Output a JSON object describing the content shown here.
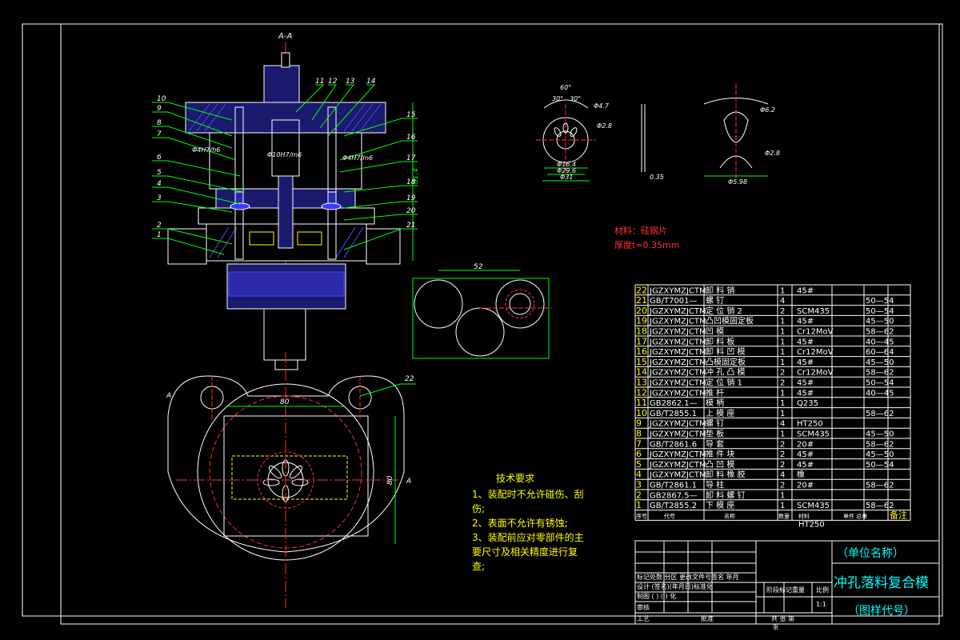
{
  "section_label": "A-A",
  "part_numbers_left": [
    "10",
    "9",
    "8",
    "7",
    "6",
    "5",
    "4",
    "3",
    "2",
    "1"
  ],
  "part_numbers_right": [
    "15",
    "16",
    "17",
    "18",
    "19",
    "20",
    "21"
  ],
  "part_numbers_top": [
    "11",
    "12",
    "13",
    "14"
  ],
  "fit_labels": [
    "Φ4H7/h6",
    "Φ10H7/m6",
    "Φ4H7/m6"
  ],
  "height_dim": "81.4",
  "blank_dims": {
    "angle_60": "60°",
    "angle_30a": "30°",
    "angle_30b": "30°",
    "d47": "Φ4.7",
    "d28": "Φ2.8",
    "d164": "Φ16.4",
    "d296": "Φ29.6",
    "d31": "Φ31",
    "thk": "0.35",
    "r62": "Φ6.2",
    "d28b": "Φ2.8",
    "w598": "Φ5.98"
  },
  "material": {
    "line1": "材料：硅钢片",
    "line2": "厚度t=0.35mm"
  },
  "layout_dim": "52",
  "plan_dims": {
    "d80": "80",
    "d22": "22",
    "d_side": "80",
    "A_left": "A",
    "A_right": "A"
  },
  "tech_requirements": {
    "title": "技术要求",
    "items": [
      "1、装配时不允许碰伤、刮",
      "伤;",
      "2、表面不允许有锈蚀;",
      "3、装配前应对零部件的主",
      "要尺寸及相关精度进行复",
      "查;"
    ]
  },
  "bom": {
    "rows": [
      {
        "no": "22",
        "code": "JGZXYMZJCTM",
        "name": "卸 料 销",
        "qty": "1",
        "material": "45#",
        "note": ""
      },
      {
        "no": "21",
        "code": "GB/T7001—",
        "name": "螺 钉",
        "qty": "4",
        "material": "",
        "note": "50—54"
      },
      {
        "no": "20",
        "code": "JGZXYMZJCTM",
        "name": "定 位 销 2",
        "qty": "2",
        "material": "SCM435",
        "note": "50—54"
      },
      {
        "no": "19",
        "code": "JGZXYMZJCTM",
        "name": "凸凹模固定板",
        "qty": "1",
        "material": "45#",
        "note": "45—50"
      },
      {
        "no": "18",
        "code": "JGZXYMZJCTM",
        "name": "凹 模",
        "qty": "1",
        "material": "Cr12MoV",
        "note": "58—62"
      },
      {
        "no": "17",
        "code": "JGZXYMZJCTM",
        "name": "卸 料 板",
        "qty": "1",
        "material": "45#",
        "note": "40—45"
      },
      {
        "no": "16",
        "code": "JGZXYMZJCTM",
        "name": "卸 料 凹 模",
        "qty": "1",
        "material": "Cr12MoV",
        "note": "60—64"
      },
      {
        "no": "15",
        "code": "JGZXYMZJCTM",
        "name": "凸模固定板",
        "qty": "1",
        "material": "45#",
        "note": "45—50"
      },
      {
        "no": "14",
        "code": "JGZXYMZJCTM",
        "name": "冲 孔 凸 模",
        "qty": "2",
        "material": "Cr12MoV",
        "note": "58—62"
      },
      {
        "no": "13",
        "code": "JGZXYMZJCTM",
        "name": "定 位 销 1",
        "qty": "2",
        "material": "45#",
        "note": "50—54"
      },
      {
        "no": "12",
        "code": "JGZXYMZJCTM",
        "name": "推 杆",
        "qty": "1",
        "material": "45#",
        "note": "40—45"
      },
      {
        "no": "11",
        "code": "GB2862.1—",
        "name": "模 柄",
        "qty": "1",
        "material": "Q235",
        "note": ""
      },
      {
        "no": "10",
        "code": "GB/T2855.1",
        "name": "上 模 座",
        "qty": "1",
        "material": "",
        "note": "58—62"
      },
      {
        "no": "9",
        "code": "JGZXYMZJCTM",
        "name": "螺 钉",
        "qty": "4",
        "material": "HT250",
        "note": ""
      },
      {
        "no": "8",
        "code": "JGZXYMZJCTM",
        "name": "垫 板",
        "qty": "1",
        "material": "SCM435",
        "note": "45—50"
      },
      {
        "no": "7",
        "code": "GB/T2861.6",
        "name": "导 套",
        "qty": "2",
        "material": "20#",
        "note": "58—62"
      },
      {
        "no": "6",
        "code": "JGZXYMZJCTM",
        "name": "推 件 块",
        "qty": "2",
        "material": "45#",
        "note": "45—50"
      },
      {
        "no": "5",
        "code": "JGZXYMZJCTM",
        "name": "凸 凹 模",
        "qty": "2",
        "material": "45#",
        "note": "50—54"
      },
      {
        "no": "4",
        "code": "JGZXYMZJCTM",
        "name": "卸 料 橡 胶",
        "qty": "4",
        "material": "橡",
        "note": ""
      },
      {
        "no": "3",
        "code": "GB/T2861.1",
        "name": "导 柱",
        "qty": "2",
        "material": "20#",
        "note": "58—62"
      },
      {
        "no": "2",
        "code": "GB2867.5—",
        "name": "卸 料 螺 钉",
        "qty": "1",
        "material": "",
        "note": ""
      },
      {
        "no": "1",
        "code": "GB/T2855.2",
        "name": "下 模 座",
        "qty": "1",
        "material": "SCM435",
        "note": "58—62"
      }
    ],
    "header": {
      "no": "序号",
      "code": "代号",
      "name": "名称",
      "qty": "数量",
      "material": "材料",
      "weight": "单件 总重",
      "note": "备注"
    },
    "extra_material": "HT250"
  },
  "title_block": {
    "unit_name": "（单位名称）",
    "drawing_title": "冲孔落料复合模",
    "drawing_code": "（图样代号）",
    "labels": {
      "row1": "标记处数 分区 更改文件号签名 年月",
      "row2": "设计 (签名)(年月日)标准化",
      "row3": "制图 (   ) (   ) 化",
      "row4": "审核",
      "row5": "工艺",
      "approve": "批准",
      "stage": "阶段标记",
      "weight": "重量",
      "scale": "比例",
      "scale_value": "1:1",
      "sheets": "共   张   第",
      "sheet_suffix": "张"
    }
  },
  "colors": {
    "background": "#000000",
    "lines": "#ffffff",
    "leaders": "#00ff00",
    "text_cyan": "#00ffff",
    "centerline": "#ff3030",
    "hatch": "#4a4aff",
    "note": "#ffff00"
  }
}
